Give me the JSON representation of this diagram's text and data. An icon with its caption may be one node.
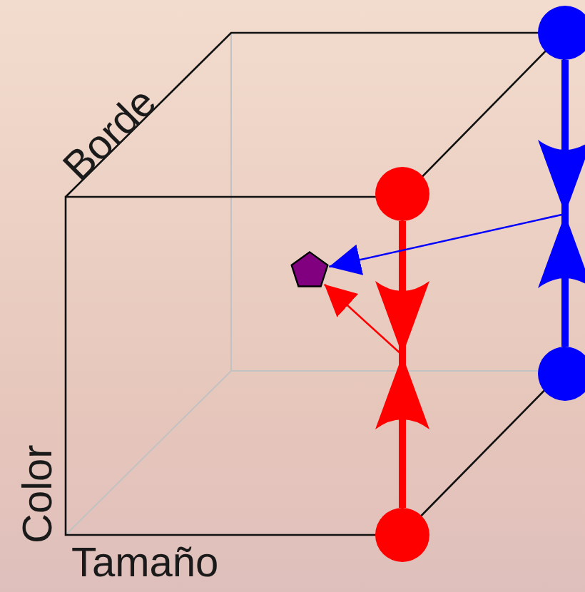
{
  "diagram": {
    "nodes": [
      {
        "text": [],
        "shape": "circle"
      },
      {
        "text": [],
        "shape": "circle"
      },
      {
        "text": [],
        "shape": "pentagon"
      },
      {
        "text": [],
        "shape": "circle"
      },
      {
        "text": [],
        "shape": "circle"
      }
    ],
    "edges": [
      {
        "from": 1,
        "to": null,
        "arrow": "to",
        "color": "#ff0000"
      },
      {
        "from": 4,
        "to": null,
        "arrow": "to",
        "color": "#ff0000"
      },
      {
        "from": 0,
        "to": null,
        "arrow": "to",
        "color": "#0000ff"
      },
      {
        "from": 3,
        "to": null,
        "arrow": "to",
        "color": "#0000ff"
      },
      {
        "from": null,
        "to": 2,
        "arrow": "to",
        "color": "#ff0000"
      },
      {
        "from": null,
        "to": 2,
        "arrow": "to",
        "color": "#0000ff"
      }
    ],
    "labels": [
      "Borde",
      "Color",
      "Tamaño"
    ]
  }
}
